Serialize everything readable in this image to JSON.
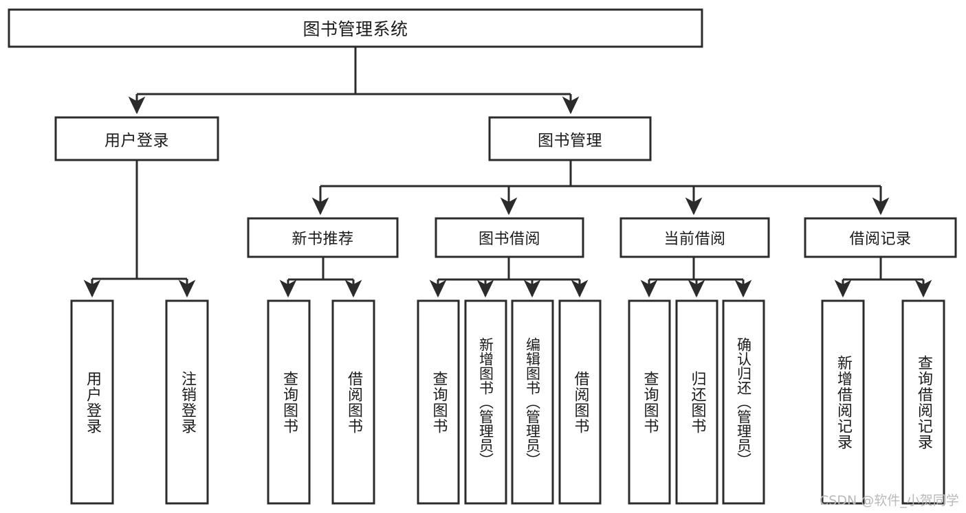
{
  "diagram": {
    "type": "tree",
    "title": "图书管理系统",
    "colors": {
      "stroke": "#2b2b2b",
      "fill": "#ffffff",
      "text": "#1b1b1b",
      "watermark": "#b9b9b9",
      "background": "#ffffff"
    },
    "root": {
      "label": "图书管理系统",
      "orientation": "horizontal"
    },
    "level2": [
      {
        "label": "用户登录",
        "orientation": "horizontal"
      },
      {
        "label": "图书管理",
        "orientation": "horizontal"
      }
    ],
    "level3": [
      {
        "label": "新书推荐",
        "orientation": "horizontal",
        "parent": "图书管理"
      },
      {
        "label": "图书借阅",
        "orientation": "horizontal",
        "parent": "图书管理"
      },
      {
        "label": "当前借阅",
        "orientation": "horizontal",
        "parent": "图书管理"
      },
      {
        "label": "借阅记录",
        "orientation": "horizontal",
        "parent": "图书管理"
      }
    ],
    "leaves": {
      "用户登录": [
        {
          "label": "用户登录",
          "orientation": "vertical"
        },
        {
          "label": "注销登录",
          "orientation": "vertical"
        }
      ],
      "新书推荐": [
        {
          "label": "查询图书",
          "orientation": "vertical"
        },
        {
          "label": "借阅图书",
          "orientation": "vertical"
        }
      ],
      "图书借阅": [
        {
          "label": "查询图书",
          "orientation": "vertical"
        },
        {
          "label": "新增图书（管理员）",
          "orientation": "vertical"
        },
        {
          "label": "编辑图书（管理员）",
          "orientation": "vertical"
        },
        {
          "label": "借阅图书",
          "orientation": "vertical"
        }
      ],
      "当前借阅": [
        {
          "label": "查询图书",
          "orientation": "vertical"
        },
        {
          "label": "归还图书",
          "orientation": "vertical"
        },
        {
          "label": "确认归还（管理员）",
          "orientation": "vertical"
        }
      ],
      "借阅记录": [
        {
          "label": "新增借阅记录",
          "orientation": "vertical"
        },
        {
          "label": "查询借阅记录",
          "orientation": "vertical"
        }
      ]
    }
  },
  "nodes": {
    "root": {
      "label": "图书管理系统"
    },
    "user_login": {
      "label": "用户登录"
    },
    "book_mgmt": {
      "label": "图书管理"
    },
    "new_book_rec": {
      "label": "新书推荐"
    },
    "book_borrow": {
      "label": "图书借阅"
    },
    "cur_borrow": {
      "label": "当前借阅"
    },
    "borrow_log": {
      "label": "借阅记录"
    },
    "leaf_01": {
      "label": "用户登录"
    },
    "leaf_02": {
      "label": "注销登录"
    },
    "leaf_03": {
      "label": "查询图书"
    },
    "leaf_04": {
      "label": "借阅图书"
    },
    "leaf_05": {
      "label": "查询图书"
    },
    "leaf_06": {
      "label": "新增图书（管理员）"
    },
    "leaf_07": {
      "label": "编辑图书（管理员）"
    },
    "leaf_08": {
      "label": "借阅图书"
    },
    "leaf_09": {
      "label": "查询图书"
    },
    "leaf_10": {
      "label": "归还图书"
    },
    "leaf_11": {
      "label": "确认归还（管理员）"
    },
    "leaf_12": {
      "label": "新增借阅记录"
    },
    "leaf_13": {
      "label": "查询借阅记录"
    }
  },
  "watermark": {
    "text": "CSDN @软件_小贺同学"
  }
}
